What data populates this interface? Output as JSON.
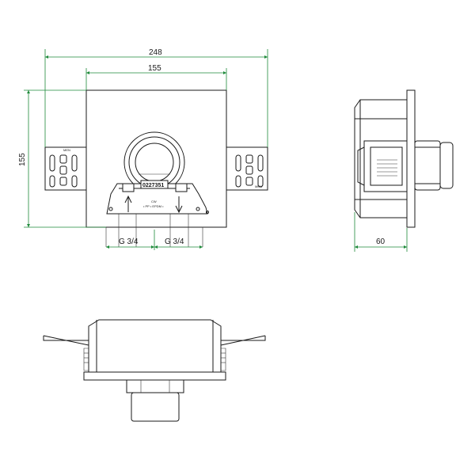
{
  "drawing": {
    "accent_dim_color": "#1e8a3a",
    "line_color": "#1a1a1a",
    "dims": {
      "overall_width": "248",
      "box_width": "155",
      "height": "155",
      "depth": "60",
      "port_left": "G 3/4",
      "port_right": "G 3/4"
    },
    "labels": {
      "serial": "0227351",
      "plate_mark_left": "MEN",
      "plate_mark_right": "MEN",
      "flow_mark": "CW",
      "flow_note": "• PP • EPDM •"
    }
  }
}
